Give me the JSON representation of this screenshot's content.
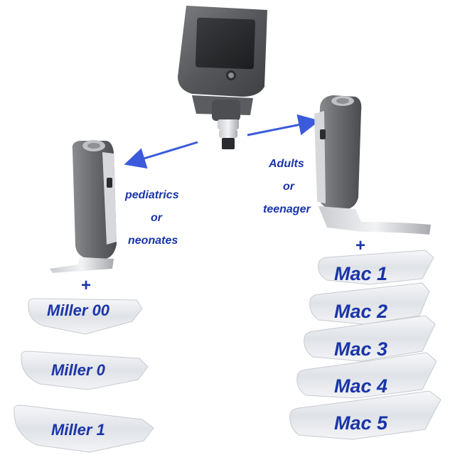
{
  "left_group": {
    "caption_line1": "pediatrics",
    "caption_line2": "or",
    "caption_line3": "neonates",
    "plus": "+",
    "blades": [
      "Miller 00",
      "Miller 0",
      "Miller 1"
    ]
  },
  "right_group": {
    "caption_line1": "Adults",
    "caption_line2": "or",
    "caption_line3": "teenager",
    "plus": "+",
    "blades": [
      "Mac 1",
      "Mac 2",
      "Mac 3",
      "Mac 4",
      "Mac 5"
    ]
  },
  "colors": {
    "label_blue": "#1a35a8",
    "arrow_blue": "#3b5bdc",
    "device_gray": "#5f6166",
    "blade_clear": "#e8eaee"
  },
  "icons": [
    "monitor-device",
    "handle-small",
    "handle-large",
    "arrow-left",
    "arrow-right"
  ]
}
